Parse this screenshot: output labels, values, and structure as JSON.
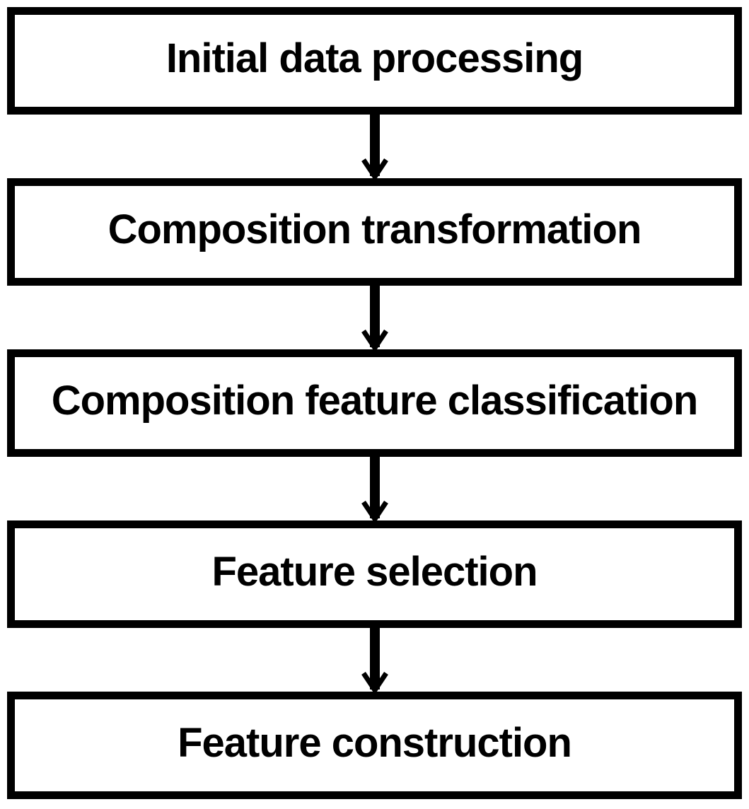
{
  "diagram": {
    "type": "flowchart",
    "direction": "top-down",
    "colors": {
      "background": "#ffffff",
      "node_fill": "#ffffff",
      "node_border": "#000000",
      "text": "#000000",
      "arrow": "#000000"
    },
    "nodes": [
      {
        "id": "initial-data-processing",
        "label": "Initial data processing"
      },
      {
        "id": "composition-transformation",
        "label": "Composition transformation"
      },
      {
        "id": "composition-feature-classification",
        "label": "Composition feature classification"
      },
      {
        "id": "feature-selection",
        "label": "Feature selection"
      },
      {
        "id": "feature-construction",
        "label": "Feature construction"
      }
    ],
    "edges": [
      {
        "from": "initial-data-processing",
        "to": "composition-transformation"
      },
      {
        "from": "composition-transformation",
        "to": "composition-feature-classification"
      },
      {
        "from": "composition-feature-classification",
        "to": "feature-selection"
      },
      {
        "from": "feature-selection",
        "to": "feature-construction"
      }
    ]
  }
}
